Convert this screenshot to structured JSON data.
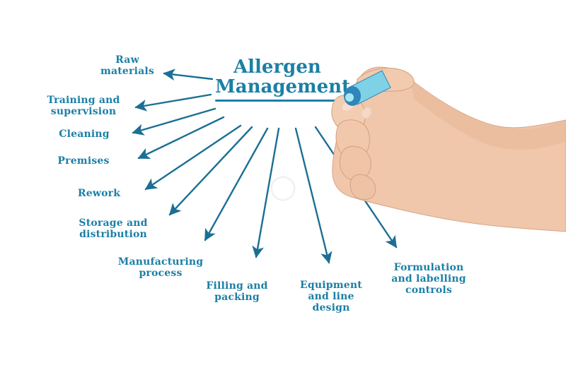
{
  "title": {
    "line1": "Allergen",
    "line2": "Management"
  },
  "items": [
    {
      "label": "Raw\nmaterials"
    },
    {
      "label": "Training and\nsupervision"
    },
    {
      "label": "Cleaning"
    },
    {
      "label": "Premises"
    },
    {
      "label": "Rework"
    },
    {
      "label": "Storage and\ndistribution"
    },
    {
      "label": "Manufacturing\nprocess"
    },
    {
      "label": "Filling and\npacking"
    },
    {
      "label": "Equipment\nand line\ndesign"
    },
    {
      "label": "Formulation\nand labelling\ncontrols"
    }
  ],
  "colors": {
    "text": "#1b7fa6",
    "arrow": "#1b6f93",
    "skin": "#f2c9ae",
    "marker_body": "#7fd2e6",
    "marker_cap": "#2f86b8"
  },
  "icons": {
    "hand": "hand-holding-marker-icon",
    "watermark": "dreamstime-watermark-icon"
  }
}
